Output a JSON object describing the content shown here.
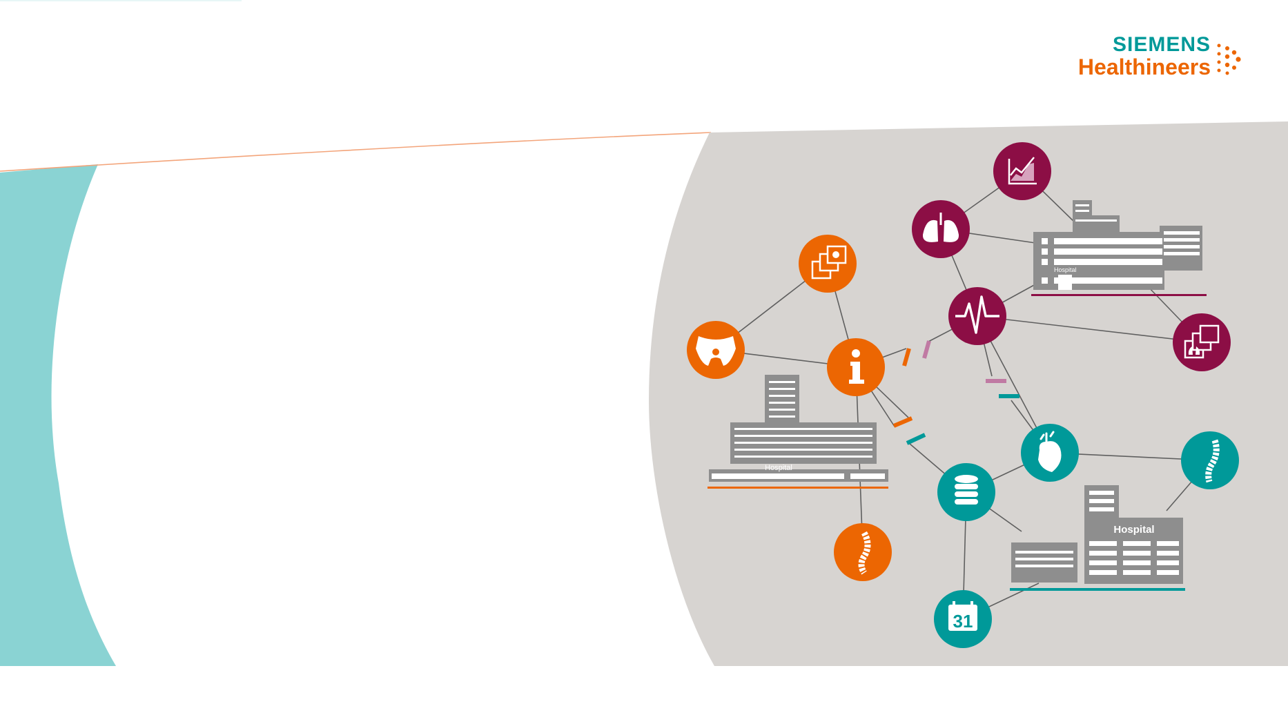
{
  "logo": {
    "line1": "SIEMENS",
    "line2": "Healthineers"
  },
  "hospitals": {
    "orange_label": "Hospital",
    "purple_label": "Hospital",
    "teal_label": "Hospital"
  },
  "calendar_day": "31",
  "icons": {
    "orange": [
      "xray-images-icon",
      "pelvis-icon",
      "info-icon",
      "spine-icon"
    ],
    "purple": [
      "chart-icon",
      "lungs-icon",
      "heartbeat-icon",
      "lung-scans-icon"
    ],
    "teal": [
      "heart-icon",
      "spine-icon",
      "database-icon",
      "calendar-icon"
    ]
  },
  "colors": {
    "orange": "#ec6602",
    "purple": "#8c0e45",
    "teal": "#009999",
    "light_teal": "#8ad3d3",
    "gray_panel": "#d7d4d1",
    "building_gray": "#8e8e8e"
  }
}
